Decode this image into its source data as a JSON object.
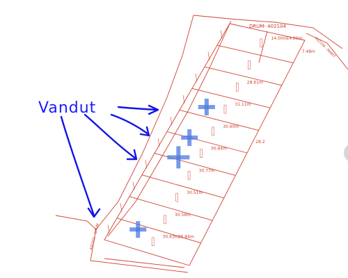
{
  "map": {
    "title_label": "DRUM- 402104",
    "road_label_right": "402104 - MARIT",
    "road_label_left": "402033 - DRUM",
    "accent_color": "#d04030",
    "marker_color": "#4a78e0",
    "annotation_color": "#1414e6"
  },
  "annotation": {
    "label": "Vandut"
  },
  "parcels": [
    {
      "top_dim": "14.00m",
      "bottom_dim": "14.00m",
      "side_dim": "7.48m"
    },
    {
      "top_dim": "",
      "bottom_dim": "",
      "side_dim": ""
    },
    {
      "top_dim": "28.61m",
      "bottom_dim": "",
      "side_dim": ""
    },
    {
      "top_dim": "31.11m",
      "bottom_dim": "",
      "side_dim": ""
    },
    {
      "top_dim": "30.90m",
      "bottom_dim": "",
      "side_dim": "28.2"
    },
    {
      "top_dim": "30.84m",
      "bottom_dim": "",
      "side_dim": ""
    },
    {
      "top_dim": "30.77m",
      "bottom_dim": "",
      "side_dim": ""
    },
    {
      "top_dim": "30.51m",
      "bottom_dim": "",
      "side_dim": ""
    },
    {
      "top_dim": "30.56m",
      "bottom_dim": "",
      "side_dim": ""
    },
    {
      "top_dim": "30.63m",
      "bottom_dim": "26.84m",
      "side_dim": ""
    }
  ],
  "markers": [
    {
      "name": "marker-1"
    },
    {
      "name": "marker-2"
    },
    {
      "name": "marker-3"
    },
    {
      "name": "marker-4"
    }
  ]
}
